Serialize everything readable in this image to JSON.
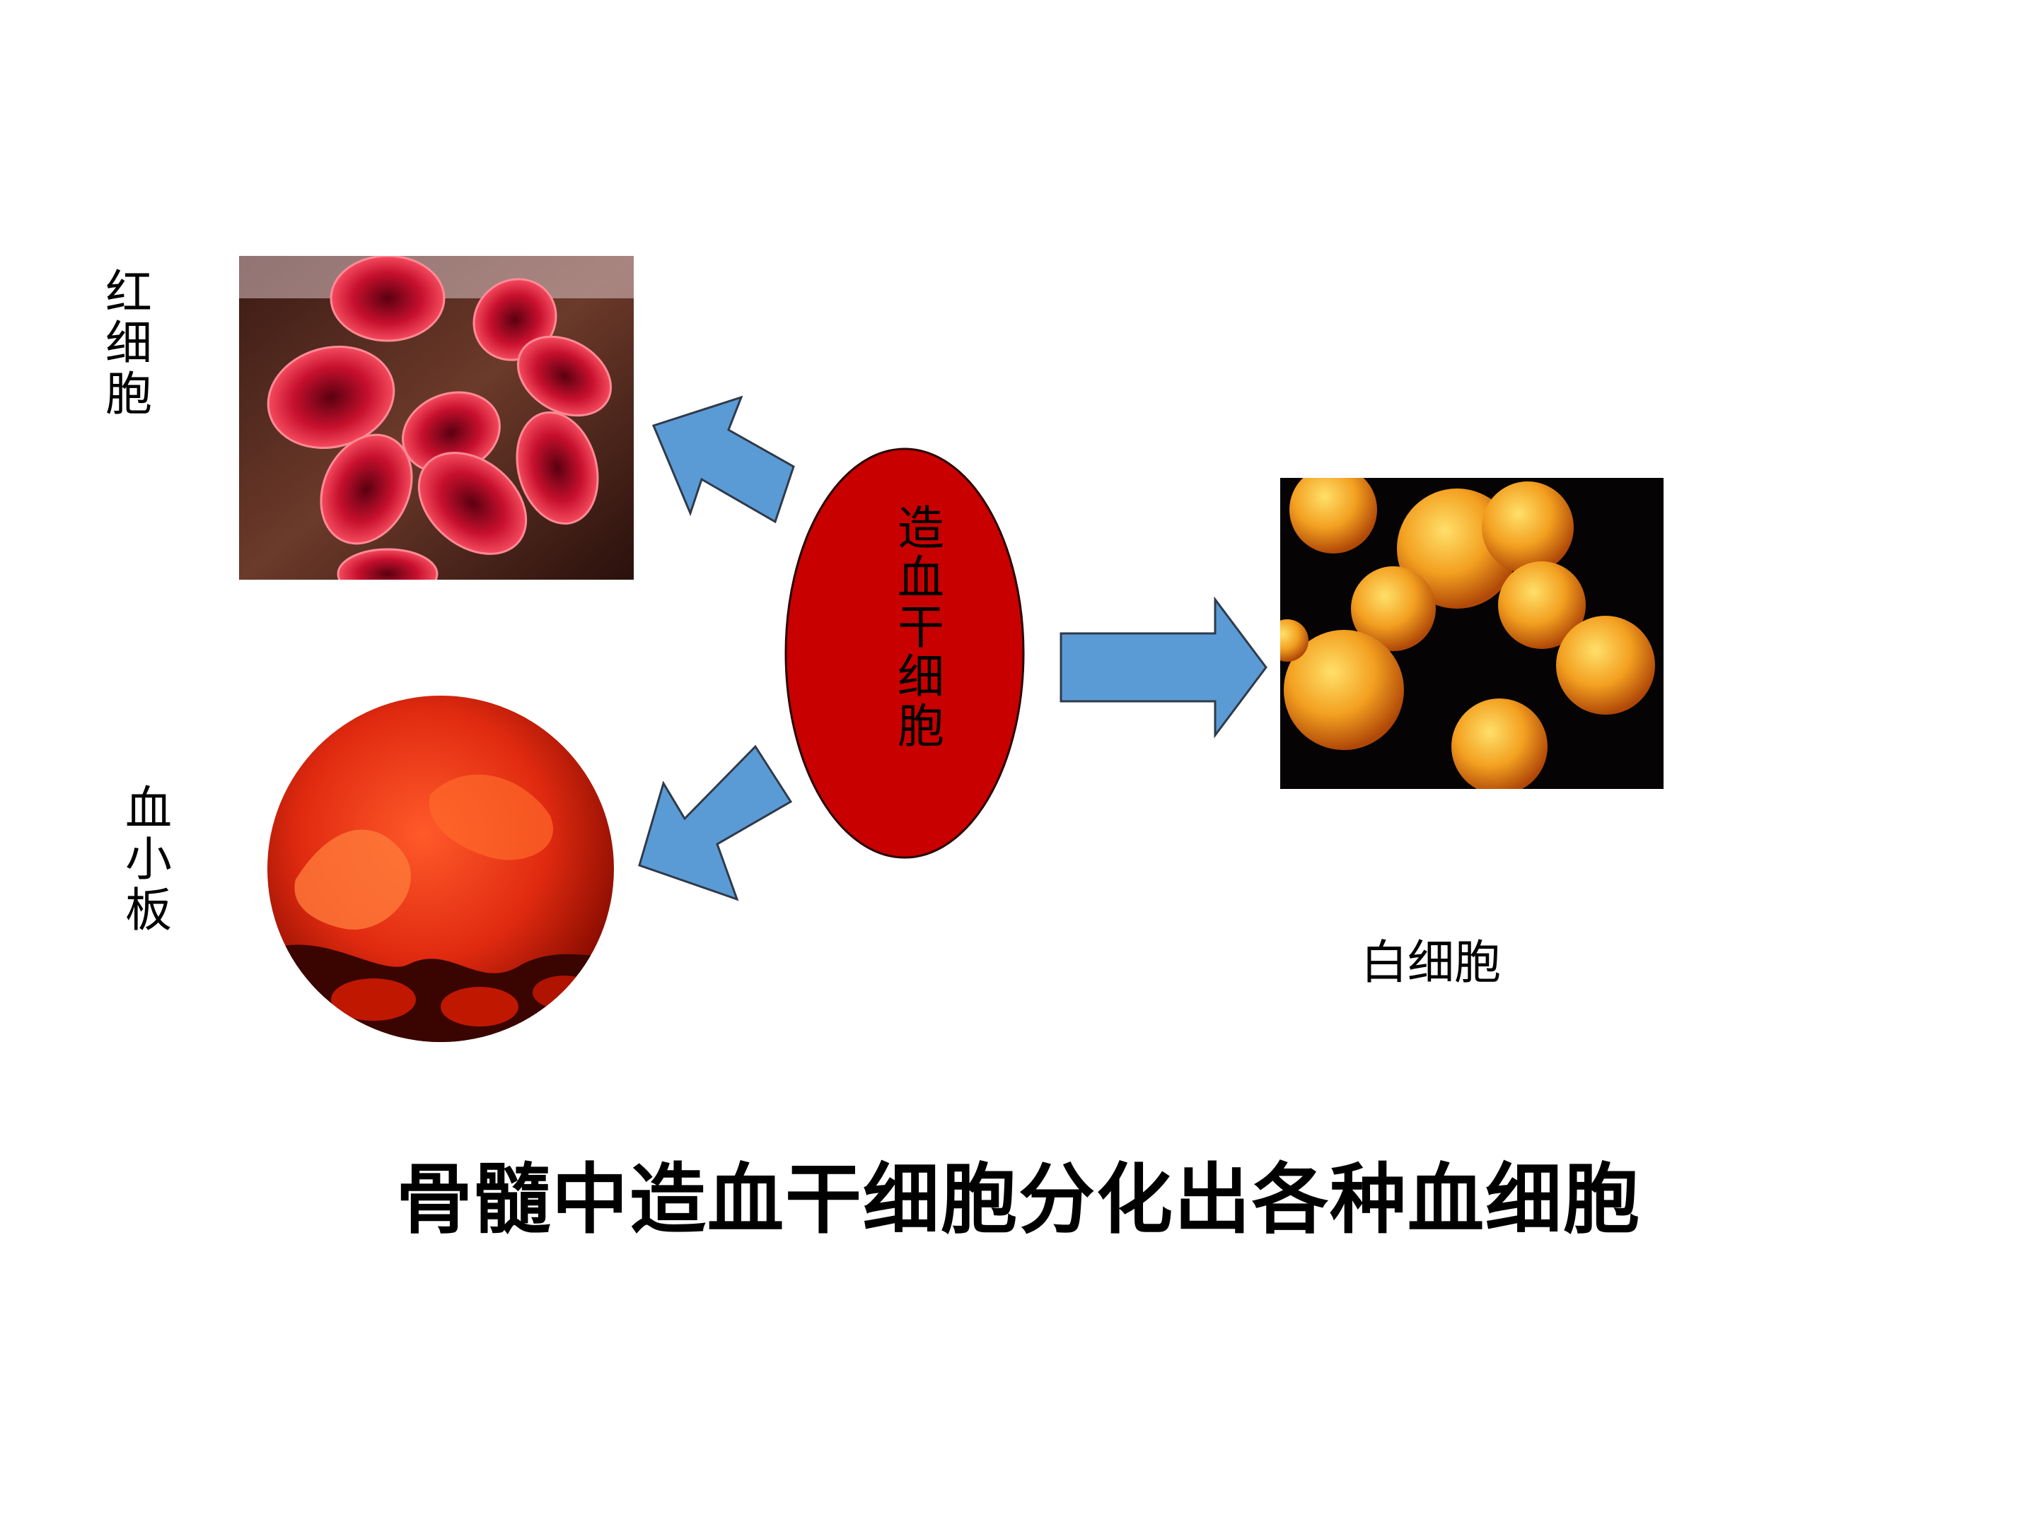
{
  "labels": {
    "red_blood_cell": "红细胞",
    "platelet": "血小板",
    "white_blood_cell": "白细胞",
    "stem_cell": "造血干细胞"
  },
  "title": "骨髓中造血干细胞分化出各种血细胞",
  "colors": {
    "stem_cell_fill": "#c80000",
    "arrow_fill": "#5b9bd5",
    "arrow_stroke": "#2f3a4a"
  },
  "icons": {
    "rbc": "red-blood-cells-photo",
    "platelet": "platelet-photo",
    "wbc": "white-blood-cells-photo"
  }
}
